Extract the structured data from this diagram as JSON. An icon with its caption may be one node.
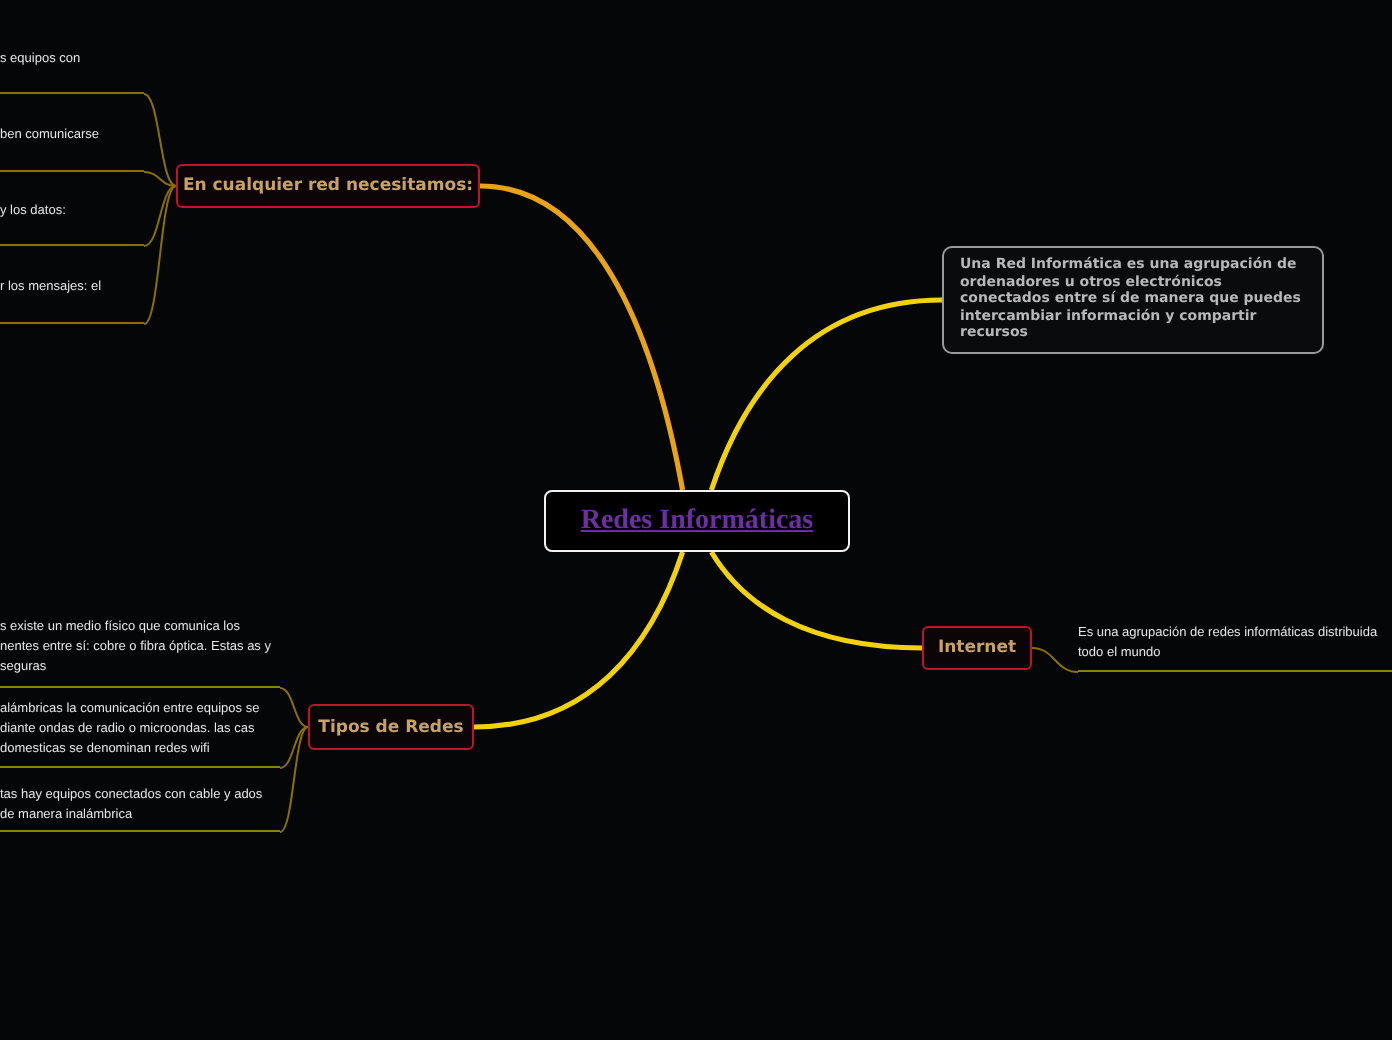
{
  "diagram": {
    "nodes": [
      {
        "text": [
          "Redes Informáticas"
        ]
      },
      {
        "text": [
          "En cualquier red necesitamos:"
        ]
      },
      {
        "text": [
          "s equipos con"
        ]
      },
      {
        "text": [
          "ben comunicarse"
        ]
      },
      {
        "text": [
          "y los datos:"
        ]
      },
      {
        "text": [
          "r los mensajes: el"
        ]
      },
      {
        "text": [
          "Una Red Informática es una agrupación de ordenadores u otros electrónicos conectados entre sí de manera que puedes intercambiar información y compartir recursos"
        ]
      },
      {
        "text": [
          "Internet"
        ]
      },
      {
        "text": [
          "Es una agrupación de redes informáticas distribuida todo el mundo"
        ]
      },
      {
        "text": [
          "Tipos de Redes"
        ]
      },
      {
        "text": [
          "s existe un medio físico que comunica los nentes entre sí: cobre o fibra óptica. Estas as y seguras"
        ]
      },
      {
        "text": [
          "alámbricas la comunicación entre equipos se diante ondas de radio o microondas. las cas domesticas se denominan redes wifi"
        ]
      },
      {
        "text": [
          "tas hay equipos conectados con cable y ados de manera inalámbrica"
        ]
      }
    ],
    "edges": [
      {
        "from": 0,
        "to": 1,
        "arrow": "none",
        "style": "thick",
        "color": "#e8a317"
      },
      {
        "from": 1,
        "to": 2,
        "arrow": "none"
      },
      {
        "from": 1,
        "to": 3,
        "arrow": "none"
      },
      {
        "from": 1,
        "to": 4,
        "arrow": "none"
      },
      {
        "from": 1,
        "to": 5,
        "arrow": "none"
      },
      {
        "from": 0,
        "to": 6,
        "arrow": "none",
        "style": "thick",
        "color": "#f2d20c"
      },
      {
        "from": 0,
        "to": 7,
        "arrow": "none",
        "style": "thick",
        "color": "#f2d20c"
      },
      {
        "from": 7,
        "to": 8,
        "arrow": "none"
      },
      {
        "from": 0,
        "to": 9,
        "arrow": "none",
        "style": "thick",
        "color": "#f2d20c"
      },
      {
        "from": 9,
        "to": 10,
        "arrow": "none"
      },
      {
        "from": 9,
        "to": 11,
        "arrow": "none"
      },
      {
        "from": 9,
        "to": 12,
        "arrow": "none"
      }
    ]
  }
}
